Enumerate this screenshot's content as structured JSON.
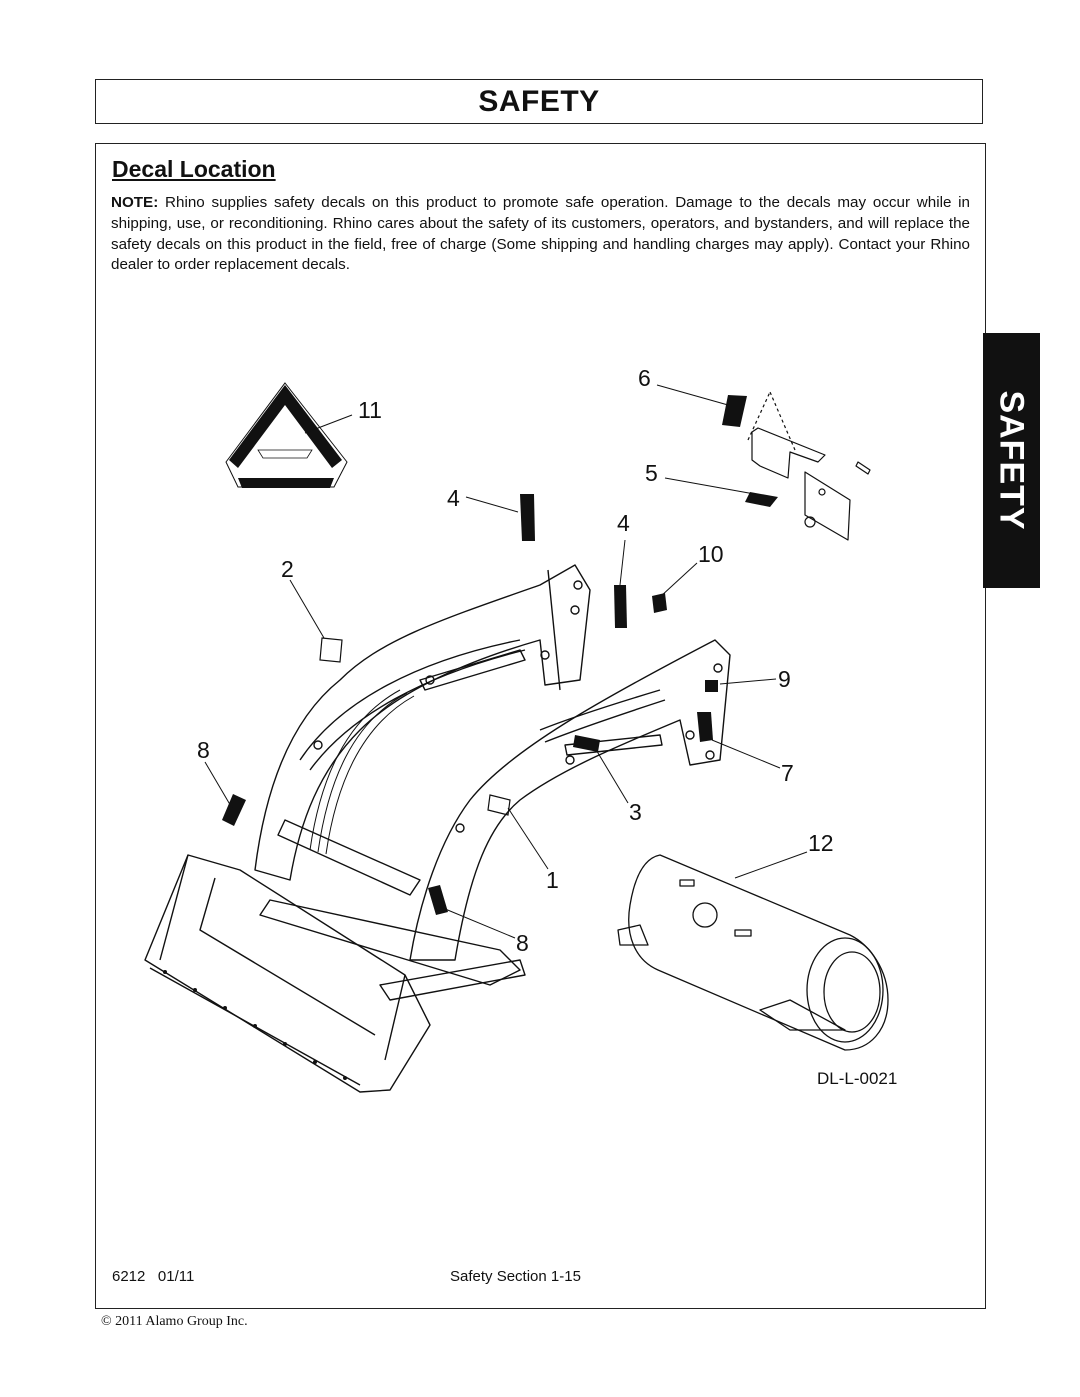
{
  "header": {
    "title": "SAFETY"
  },
  "side_tab": {
    "label": "SAFETY"
  },
  "section": {
    "heading": "Decal Location",
    "note_label": "NOTE:",
    "note_text": " Rhino supplies safety decals on this product to promote safe operation. Damage to the decals may occur while in shipping, use, or reconditioning. Rhino cares about the safety of its customers, operators, and bystanders, and will replace the safety decals on this product in the field, free of charge (Some shipping and handling charges may apply). Contact your Rhino dealer to order replacement decals."
  },
  "figure": {
    "id": "DL-L-0021",
    "callouts": {
      "c1": "1",
      "c2": "2",
      "c3": "3",
      "c4a": "4",
      "c4b": "4",
      "c5": "5",
      "c6": "6",
      "c7": "7",
      "c8a": "8",
      "c8b": "8",
      "c9": "9",
      "c10": "10",
      "c11": "11",
      "c12": "12"
    }
  },
  "footer": {
    "model": "6212",
    "date": "01/11",
    "section_page": "Safety Section 1-15",
    "copyright": "© 2011 Alamo Group Inc."
  }
}
